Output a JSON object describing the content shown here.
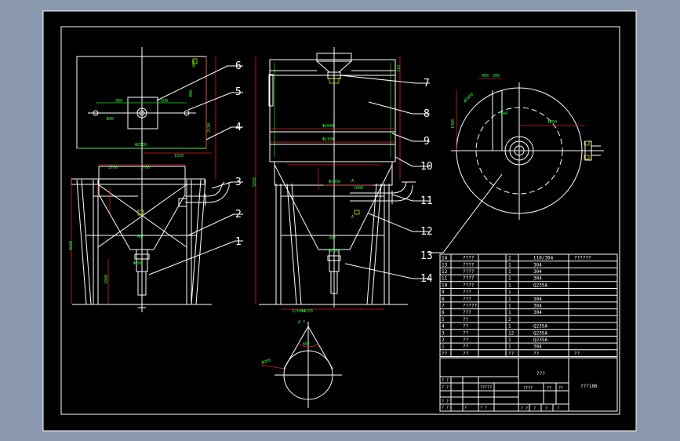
{
  "balloons": [
    "1",
    "2",
    "3",
    "4",
    "5",
    "6",
    "7",
    "8",
    "9",
    "10",
    "11",
    "12",
    "13",
    "14"
  ],
  "section_label": "A",
  "section_title": "A ?",
  "dims": {
    "d300": "300",
    "d500": "500",
    "d190": "Φ90",
    "d900": "900",
    "d400": "400",
    "d310": "310",
    "d2120": "2120",
    "d2050": "Φ2050",
    "d1550": "1550",
    "d1700": "1700",
    "d1700b": "1700",
    "d8600": "8600",
    "d1800": "1800",
    "d60": "60°",
    "d200": "Φ200",
    "d310b": "310",
    "d2000": "Φ2000",
    "d2100": "Φ2100",
    "d2050b": "Φ2050",
    "d1000": "1000",
    "d5850": "5850",
    "d200b": "Φ200",
    "bottom": "3/50ΦΦ155",
    "plan_400": "400",
    "plan_200": "200",
    "plan_1850": "1850",
    "plan_1300": "1300",
    "plan_5850": "Φ5850",
    "plan_444": "Φ44",
    "detA_200": "Φ200",
    "detA_60": "60°"
  },
  "bom": [
    {
      "no": "14",
      "name": "????",
      "qty": "2",
      "mat": "t10/304",
      "note": "??????"
    },
    {
      "no": "13",
      "name": "????",
      "qty": "1",
      "mat": "304",
      "note": ""
    },
    {
      "no": "12",
      "name": "????",
      "qty": "1",
      "mat": "304",
      "note": ""
    },
    {
      "no": "11",
      "name": "????",
      "qty": "1",
      "mat": "304",
      "note": ""
    },
    {
      "no": "10",
      "name": "????",
      "qty": "1",
      "mat": "Q235A",
      "note": ""
    },
    {
      "no": "9",
      "name": "???",
      "qty": "1",
      "mat": "",
      "note": ""
    },
    {
      "no": "8",
      "name": "???",
      "qty": "1",
      "mat": "304",
      "note": ""
    },
    {
      "no": "7",
      "name": "?????",
      "qty": "1",
      "mat": "304",
      "note": ""
    },
    {
      "no": "6",
      "name": "???",
      "qty": "1",
      "mat": "304",
      "note": ""
    },
    {
      "no": "5",
      "name": "??",
      "qty": "2",
      "mat": "",
      "note": ""
    },
    {
      "no": "4",
      "name": "??",
      "qty": "1",
      "mat": "Q235A",
      "note": ""
    },
    {
      "no": "3",
      "name": "??",
      "qty": "12",
      "mat": "Q235A",
      "note": ""
    },
    {
      "no": "2",
      "name": "??",
      "qty": "1",
      "mat": "Q235A",
      "note": ""
    },
    {
      "no": "1",
      "name": "??",
      "qty": "1",
      "mat": "304",
      "note": ""
    }
  ],
  "bom_header": {
    "no": "??",
    "name": "??",
    "qty": "??",
    "mat": "??",
    "note": "??"
  },
  "title_block": {
    "title": "???",
    "drawing_no": "???100",
    "scale": "????",
    "a": "??",
    "b": "??",
    "r1": "? ?",
    "r2": "? ?",
    "r3": "? ?",
    "r4": "? ?",
    "c1": "?????",
    "c2": "? ?",
    "c3": "? ?",
    "c4": "?",
    "c5": "?",
    "c6": "?",
    "c7": "?"
  }
}
